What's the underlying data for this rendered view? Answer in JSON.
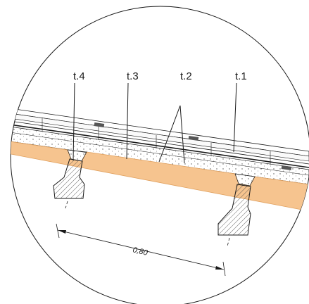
{
  "labels": {
    "t4": "t.4",
    "t3": "t.3",
    "t2": "t.2",
    "t1": "t.1"
  },
  "dimension": "0,80",
  "colors": {
    "insulation": "#f6c48f",
    "insulation_edge": "#e0a05e",
    "line": "#1a1a1a",
    "concrete": "#f2f2f2",
    "tile_bar": "#555555"
  }
}
